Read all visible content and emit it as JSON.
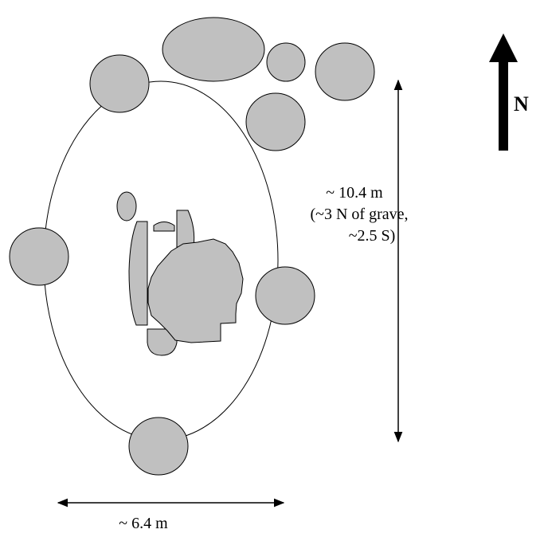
{
  "diagram": {
    "north_label": "N",
    "length_label": {
      "line1": "~ 10.4 m",
      "line2": "(~3 N of grave,",
      "line3": "~2.5 S)"
    },
    "width_label": "~ 6.4 m"
  },
  "colors": {
    "stone_fill": "#c0c0c0",
    "stroke": "#000000",
    "background": "#ffffff"
  }
}
